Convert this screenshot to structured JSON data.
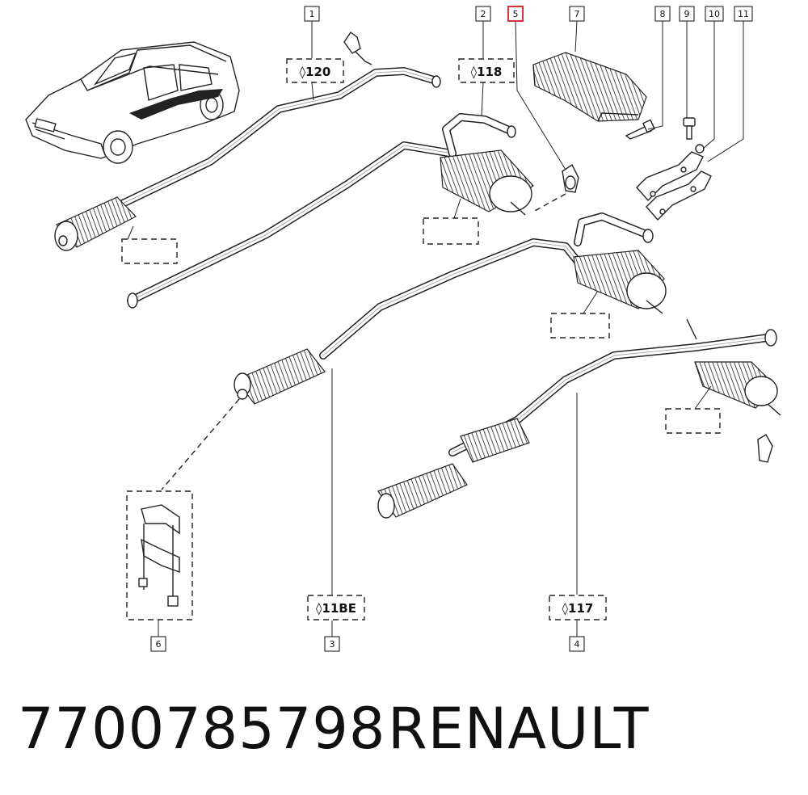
{
  "callouts": [
    {
      "id": "1",
      "label": "1"
    },
    {
      "id": "2",
      "label": "2"
    },
    {
      "id": "3",
      "label": "3"
    },
    {
      "id": "4",
      "label": "4"
    },
    {
      "id": "5",
      "label": "5",
      "highlight": true
    },
    {
      "id": "6",
      "label": "6"
    },
    {
      "id": "7",
      "label": "7"
    },
    {
      "id": "8",
      "label": "8"
    },
    {
      "id": "9",
      "label": "9"
    },
    {
      "id": "10",
      "label": "10"
    },
    {
      "id": "11",
      "label": "11"
    }
  ],
  "variant_tags": [
    {
      "id": "120",
      "label": "◊120"
    },
    {
      "id": "118",
      "label": "◊118"
    },
    {
      "id": "11be",
      "label": "◊11BE"
    },
    {
      "id": "117",
      "label": "◊117"
    }
  ],
  "highlight_color": "#d8323c",
  "footer": {
    "part_number": "7700785798",
    "brand": "RENAULT"
  }
}
